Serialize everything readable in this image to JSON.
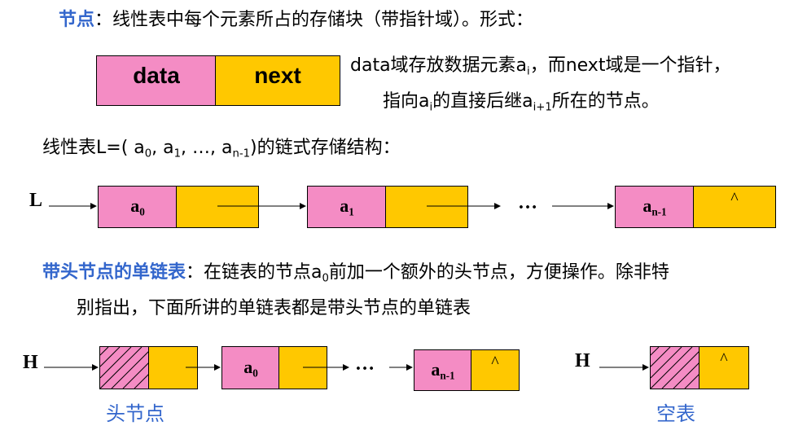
{
  "intro": {
    "label": "节点",
    "rest": "：线性表中每个元素所占的存储块（带指针域）。形式："
  },
  "node_format": {
    "data_label": "data",
    "next_label": "next",
    "desc1_prefix": "data域存放数据元素a",
    "desc1_sub": "i",
    "desc1_suffix": "，而next域是一个指针，",
    "desc2_prefix": "指向a",
    "desc2_sub": "i",
    "desc2_mid": "的直接后继a",
    "desc2_sub2": "i+1",
    "desc2_suffix": "所在的节点。"
  },
  "linear_list": {
    "text_prefix": "线性表L=( a",
    "s0": "0",
    "t1": ", a",
    "s1": "1",
    "t2": ", …, a",
    "s2": "n-1",
    "text_suffix": ")的链式存储结构："
  },
  "list1": {
    "head": "L",
    "n0": "a",
    "n0_sub": "0",
    "n1": "a",
    "n1_sub": "1",
    "ellipsis": "…",
    "n2": "a",
    "n2_sub": "n-1",
    "null": "^"
  },
  "headed": {
    "label": "带头节点的单链表",
    "line1": "：在链表的节点a",
    "sub": "0",
    "line1_rest": "前加一个额外的头节点，方便操作。除非特",
    "line2": "别指出，下面所讲的单链表都是带头节点的单链表"
  },
  "list2": {
    "head": "H",
    "n0": "a",
    "n0_sub": "0",
    "ellipsis": "…",
    "n2": "a",
    "n2_sub": "n-1",
    "null": "^",
    "caption": "头节点"
  },
  "list3": {
    "head": "H",
    "null": "^",
    "caption": "空表"
  },
  "colors": {
    "data_fill": "#f48cc4",
    "next_fill": "#ffc800",
    "highlight": "#3366cc"
  }
}
